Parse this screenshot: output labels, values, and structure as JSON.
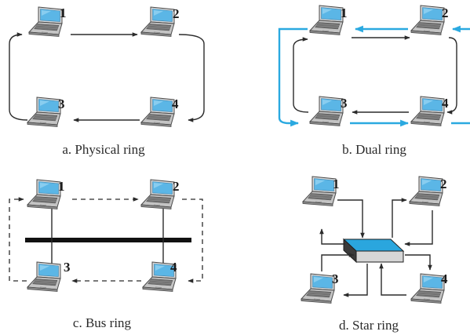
{
  "panels": {
    "physical_ring": {
      "caption": "a. Physical ring",
      "labels": [
        "1",
        "2",
        "3",
        "4"
      ]
    },
    "dual_ring": {
      "caption": "b. Dual ring",
      "labels": [
        "1",
        "2",
        "3",
        "4"
      ]
    },
    "bus_ring": {
      "caption": "c. Bus ring",
      "labels": [
        "1",
        "2",
        "3",
        "4"
      ]
    },
    "star_ring": {
      "caption": "d. Star ring",
      "labels": [
        "1",
        "2",
        "3",
        "4"
      ]
    }
  },
  "colors": {
    "line": "#2b2b2b",
    "secondary_ring": "#2aa9e0",
    "hub_top": "#2aa6de",
    "screen": "#5bb6e6"
  },
  "icons": [
    "laptop-icon",
    "hub-icon"
  ]
}
